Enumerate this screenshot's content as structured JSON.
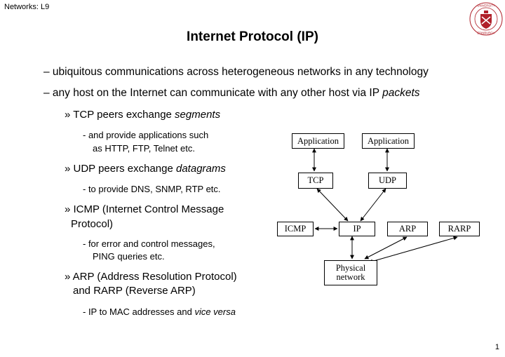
{
  "header": {
    "course": "Networks: L9"
  },
  "title": "Internet Protocol (IP)",
  "bullets": {
    "level1": [
      "– ubiquitous communications across heterogeneous networks in any technology",
      "– any host on the Internet can communicate with any other host via IP"
    ],
    "packets_word": "packets",
    "tcp": {
      "prefix": "» TCP peers exchange ",
      "italic": "segments",
      "sub": [
        "-  and provide applications such",
        "as HTTP, FTP, Telnet etc."
      ]
    },
    "udp": {
      "prefix": "» UDP peers exchange ",
      "italic": "datagrams",
      "sub": [
        "-  to provide DNS, SNMP, RTP etc."
      ]
    },
    "icmp": {
      "lines": [
        "» ICMP (Internet Control Message",
        "Protocol)"
      ],
      "sub": [
        "-  for error and control messages,",
        "PING queries etc."
      ]
    },
    "arp": {
      "lines": [
        "» ARP (Address Resolution Protocol)",
        "and RARP (Reverse ARP)"
      ],
      "sub_prefix": "-  IP to MAC addresses and ",
      "sub_italic": "vice versa"
    }
  },
  "diagram": {
    "app1": "Application",
    "app2": "Application",
    "tcp": "TCP",
    "udp": "UDP",
    "icmp": "ICMP",
    "ip": "IP",
    "arp": "ARP",
    "rarp": "RARP",
    "physical": [
      "Physical",
      "network"
    ]
  },
  "page_number": "1",
  "logo": {
    "text": "THE UNIVERSITY OF EDINBURGH",
    "color": "#b0202a",
    "icon": "university-crest"
  }
}
